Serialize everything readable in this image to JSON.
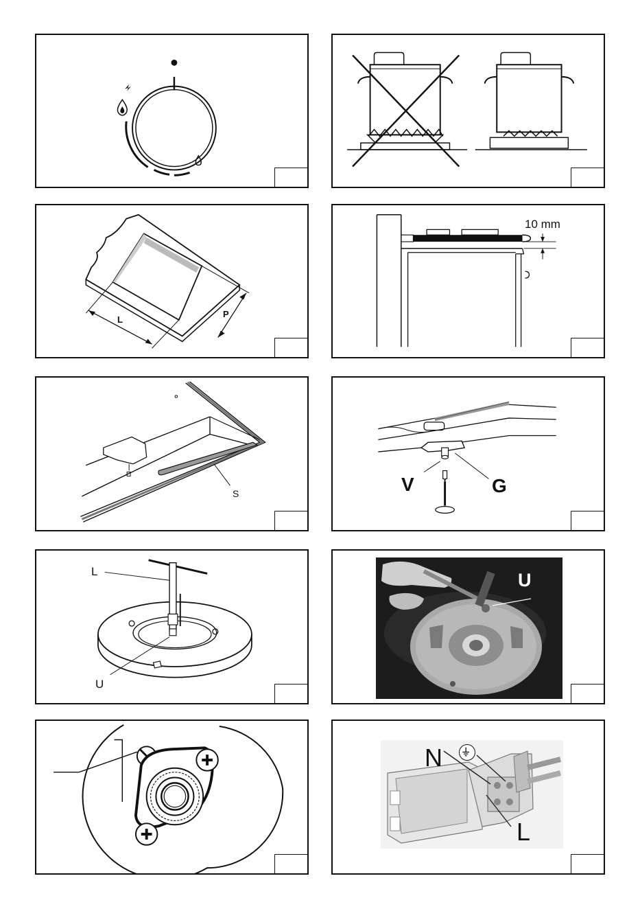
{
  "figures": [
    {
      "id": "knob"
    },
    {
      "id": "pots"
    },
    {
      "id": "cutout",
      "labels": {
        "width": "L",
        "depth": "P"
      }
    },
    {
      "id": "clearance",
      "labels": {
        "gap": "10 mm"
      }
    },
    {
      "id": "seal",
      "labels": {
        "seal": "S"
      }
    },
    {
      "id": "clamp",
      "labels": {
        "screw": "V",
        "bracket": "G"
      }
    },
    {
      "id": "burner-adjust",
      "labels": {
        "tool": "L",
        "screw": "U"
      }
    },
    {
      "id": "burner-photo",
      "labels": {
        "screw": "U"
      }
    },
    {
      "id": "injector"
    },
    {
      "id": "terminal-block",
      "labels": {
        "neutral": "N",
        "live": "L",
        "earth_symbol": "earth-icon"
      }
    }
  ],
  "colors": {
    "line": "#111111",
    "photo_dark": "#1c1c1c",
    "metal": "#a9a9a9"
  }
}
